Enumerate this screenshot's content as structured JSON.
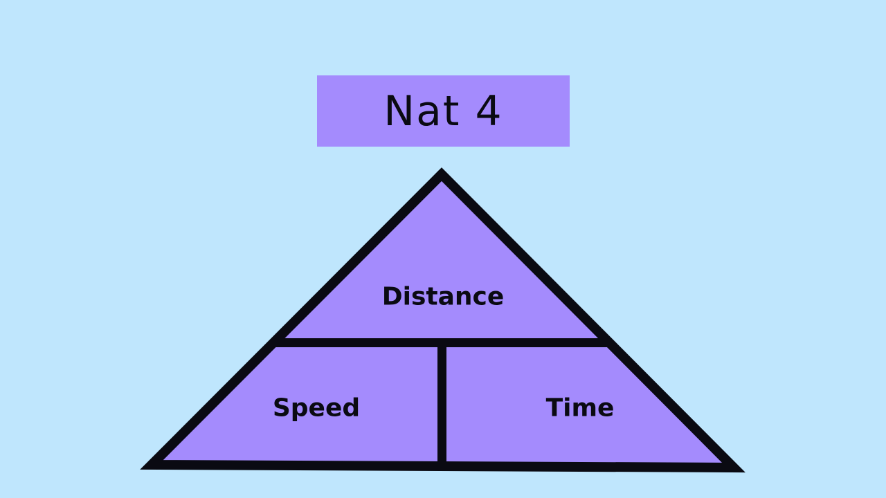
{
  "title": "Nat 4",
  "triangle": {
    "top": "Distance",
    "bottom_left": "Speed",
    "bottom_right": "Time"
  },
  "colors": {
    "background": "#bfe6fd",
    "fill": "#a48bfd",
    "stroke": "#0a0a12"
  }
}
